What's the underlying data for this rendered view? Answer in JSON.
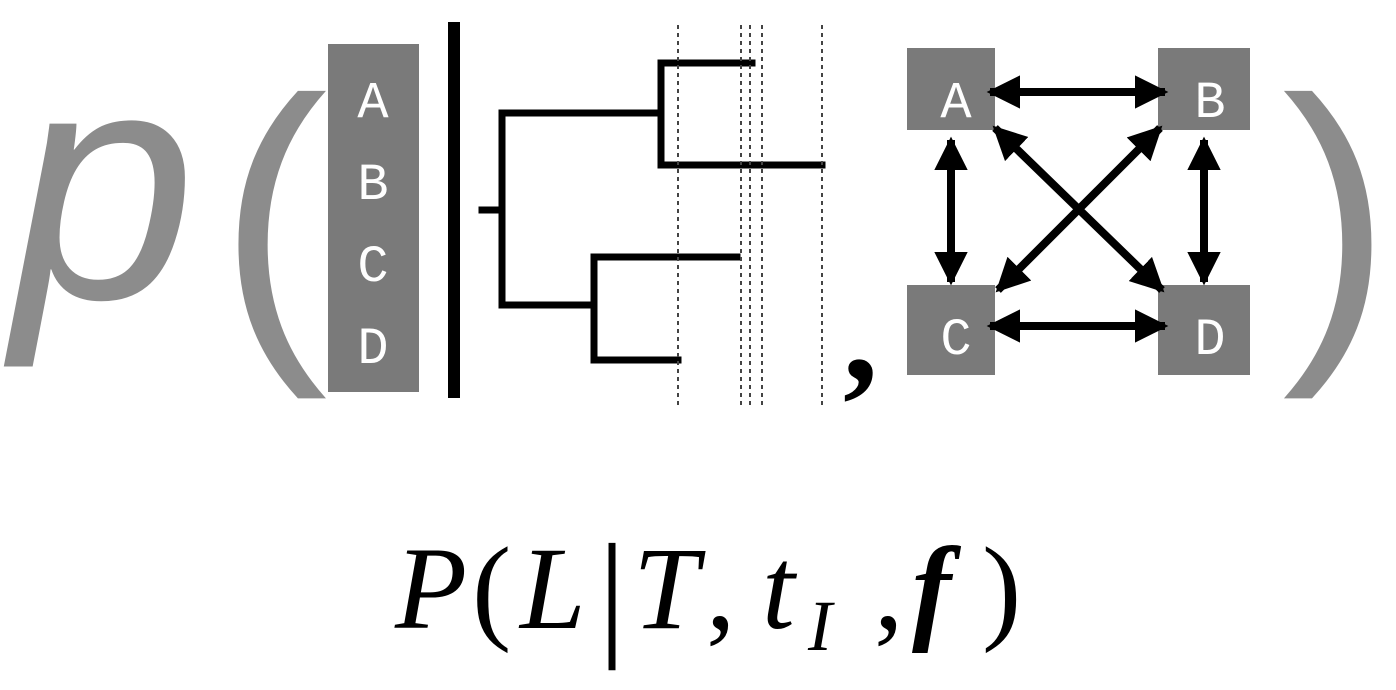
{
  "symbols": {
    "p": "p",
    "open_paren": "(",
    "close_paren": ")",
    "comma": ","
  },
  "taxa": {
    "labels": [
      "A",
      "B",
      "C",
      "D"
    ]
  },
  "network": {
    "nodes": [
      "A",
      "B",
      "C",
      "D"
    ],
    "edges": [
      [
        "A",
        "B"
      ],
      [
        "A",
        "C"
      ],
      [
        "A",
        "D"
      ],
      [
        "B",
        "C"
      ],
      [
        "B",
        "D"
      ],
      [
        "C",
        "D"
      ]
    ]
  },
  "formula": {
    "P": "P",
    "open": "(",
    "L": "L",
    "bar": "|",
    "T": "T",
    "comma1": ",",
    "t": "t",
    "sub_I": "I",
    "comma2": ",",
    "f": "f",
    "close": ")"
  },
  "colors": {
    "box": "#7a7a7a",
    "symbol_gray": "#8c8c8c",
    "ink": "#000000"
  }
}
